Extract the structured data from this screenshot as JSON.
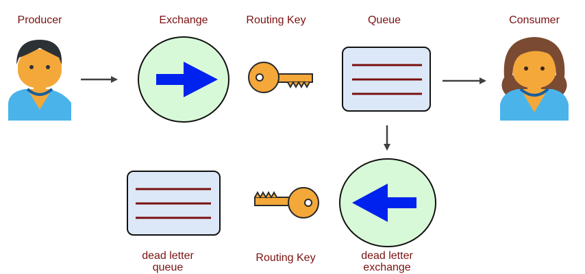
{
  "labels": {
    "producer": "Producer",
    "exchange": "Exchange",
    "routing_key_top": "Routing Key",
    "queue": "Queue",
    "consumer": "Consumer",
    "dead_letter_queue_line1": "dead letter",
    "dead_letter_queue_line2": "queue",
    "routing_key_bottom": "Routing Key",
    "dead_letter_exchange_line1": "dead letter",
    "dead_letter_exchange_line2": "exchange"
  },
  "colors": {
    "label_text": "#7b1010",
    "exchange_fill": "#d8f9d8",
    "exchange_arrow": "#0022ee",
    "queue_fill": "#dce8f7",
    "queue_line": "#7a0f0f",
    "key_fill": "#f4a83a",
    "connector": "#404040",
    "person_shirt": "#4ab4ea"
  },
  "icons": {
    "producer": "producer-person-icon",
    "consumer": "consumer-person-icon",
    "key": "key-icon"
  }
}
